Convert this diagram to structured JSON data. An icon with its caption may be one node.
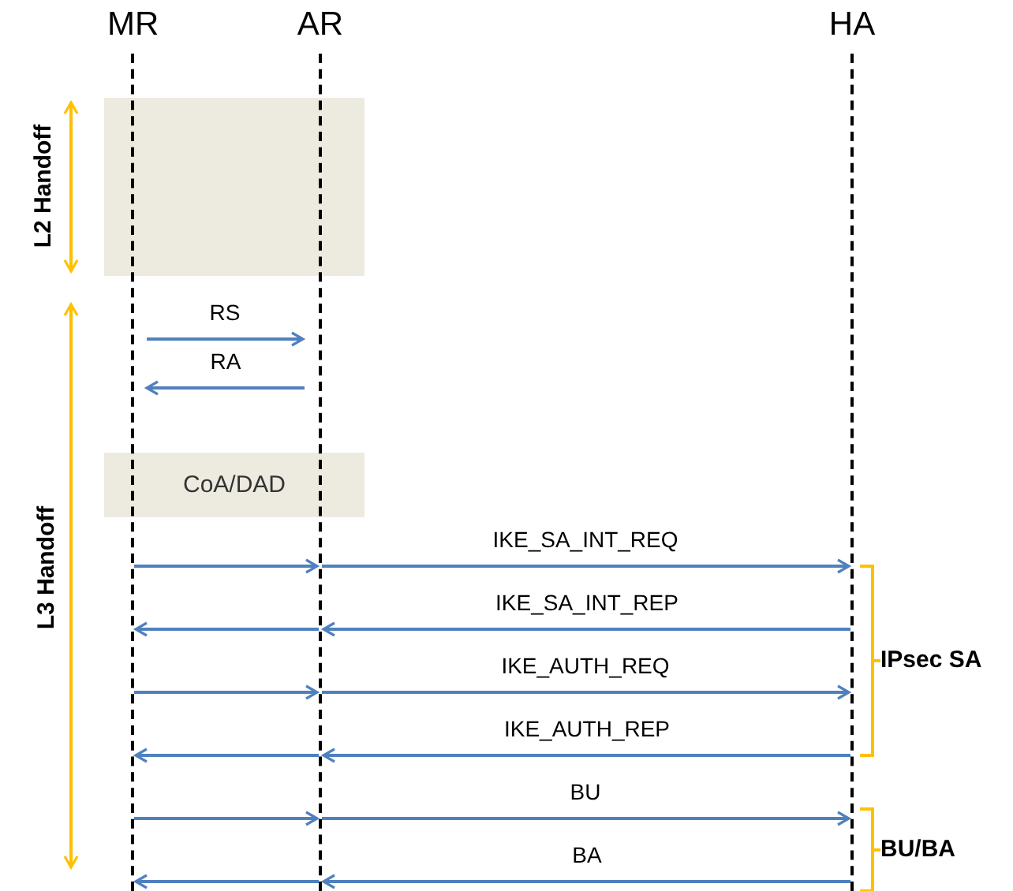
{
  "diagram": {
    "nodes": [
      {
        "text": [
          "MR"
        ]
      },
      {
        "text": [
          "AR"
        ]
      },
      {
        "text": [
          "HA"
        ]
      },
      {
        "text": [],
        "shape": "box"
      },
      {
        "text": [
          "CoA/DAD"
        ]
      }
    ],
    "edges": [
      {
        "from": 0,
        "to": 1,
        "arrow": "to",
        "label": "RS"
      },
      {
        "from": 1,
        "to": 0,
        "arrow": "to",
        "label": "RA"
      },
      {
        "from": 0,
        "to": 1,
        "arrow": "to"
      },
      {
        "from": 1,
        "to": 2,
        "arrow": "to",
        "label": "IKE_SA_INT_REQ"
      },
      {
        "from": 2,
        "to": 1,
        "arrow": "to",
        "label": "IKE_SA_INT_REP"
      },
      {
        "from": 1,
        "to": 0,
        "arrow": "to"
      },
      {
        "from": 0,
        "to": 1,
        "arrow": "to"
      },
      {
        "from": 1,
        "to": 2,
        "arrow": "to",
        "label": "IKE_AUTH_REQ"
      },
      {
        "from": 2,
        "to": 1,
        "arrow": "to",
        "label": "IKE_AUTH_REP"
      },
      {
        "from": 1,
        "to": 0,
        "arrow": "to"
      },
      {
        "from": 0,
        "to": 1,
        "arrow": "to"
      },
      {
        "from": 1,
        "to": 2,
        "arrow": "to",
        "label": "BU"
      },
      {
        "from": 2,
        "to": 1,
        "arrow": "to",
        "label": "BA"
      },
      {
        "from": 1,
        "to": 0,
        "arrow": "to"
      }
    ],
    "labels": [
      "L2 Handoff",
      "L3 Handoff",
      "IPsec SA",
      "BU/BA"
    ]
  }
}
